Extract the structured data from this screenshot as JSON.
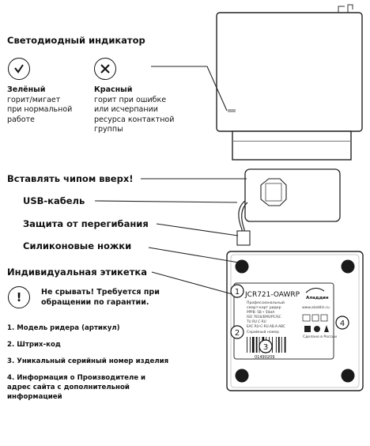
{
  "led": {
    "title": "Светодиодный индикатор",
    "green": {
      "label": "Зелёный",
      "desc1": "горит/мигает",
      "desc2": "при нормальной",
      "desc3": "работе"
    },
    "red": {
      "label": "Красный",
      "desc1": "горит при ошибке",
      "desc2": "или исчерпании",
      "desc3": "ресурса контактной",
      "desc4": "группы"
    }
  },
  "callouts": {
    "chip": "Вставлять чипом вверх!",
    "usb": "USB-кабель",
    "bend": "Защита от перегибания",
    "feet": "Силиконовые ножки"
  },
  "label_section": {
    "title": "Индивидуальная этикетка",
    "warning_line1": "Не срывать! Требуется при",
    "warning_line2": "обращении по гарантии.",
    "items": [
      "1. Модель ридера (артикул)",
      "2. Штрих-код",
      "3. Уникальный серийный номер изделия",
      "4. Информация о Производителе и",
      "адрес сайта с дополнительной",
      "информацией"
    ]
  },
  "device_label": {
    "model": "JCR721-OAWRP",
    "line1": "Профессиональный",
    "line2": "смарт-карт ридер",
    "line3": "PPPB: 5В • 50мА",
    "line4": "ISO 7816/EMV/PC/SC",
    "line5": "TU RU C-RU",
    "line6": "ЕАС RU-C-RU.AB.A-ABC",
    "serial_label": "Серийный номер",
    "barcode_text": "01490209",
    "brand": "Аладдин",
    "site": "www.aladdin.ru",
    "made_in": "Сделано в России",
    "num1": "1",
    "num2": "2",
    "num3": "3",
    "num4": "4"
  }
}
